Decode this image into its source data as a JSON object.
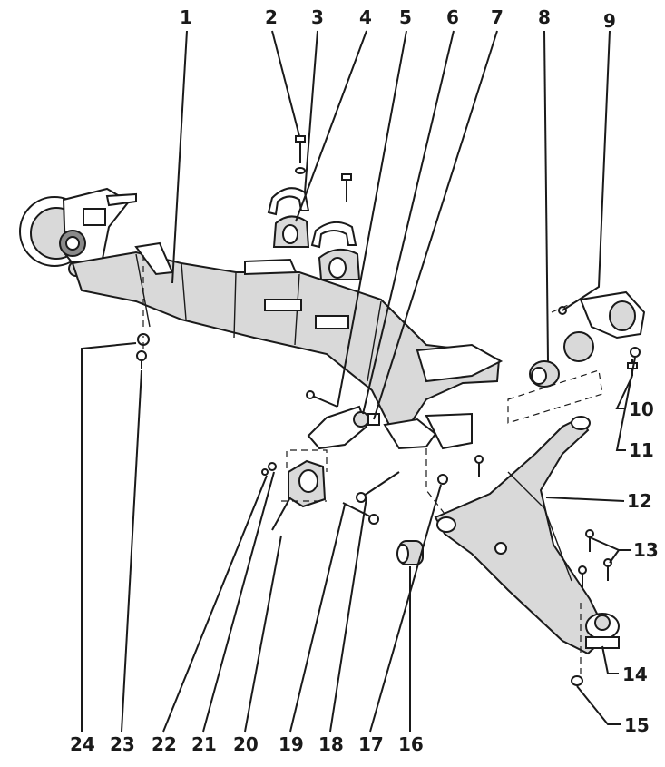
{
  "diagram": {
    "labels": [
      "1",
      "2",
      "3",
      "4",
      "5",
      "6",
      "7",
      "8",
      "9",
      "10",
      "11",
      "12",
      "13",
      "14",
      "15",
      "16",
      "17",
      "18",
      "19",
      "20",
      "21",
      "22",
      "23",
      "24"
    ]
  },
  "colors": {
    "ink": "#1a1a1a",
    "paper": "#ffffff",
    "shade": "#d9d9d9",
    "dark": "#8a8a8a"
  }
}
